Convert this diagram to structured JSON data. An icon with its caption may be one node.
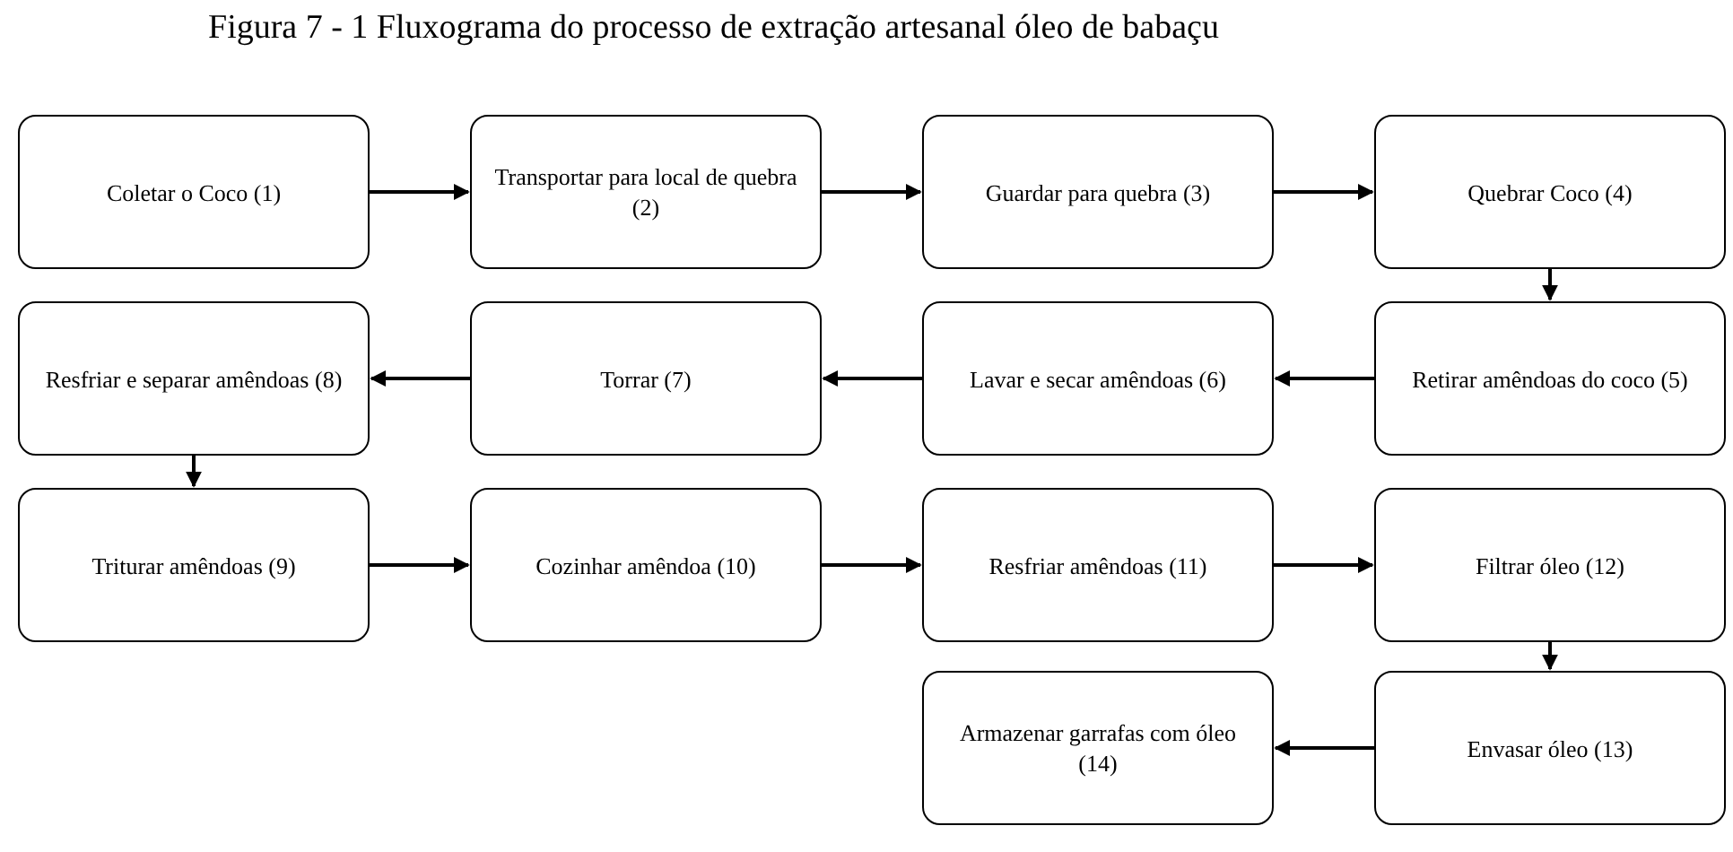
{
  "diagram": {
    "title": "Figura 7 - 1 Fluxograma do processo de extração artesanal óleo de babaçu",
    "nodes": [
      {
        "text": [
          "Coletar o Coco (1)"
        ]
      },
      {
        "text": [
          "Transportar para local de quebra (2)"
        ]
      },
      {
        "text": [
          "Guardar para quebra (3)"
        ]
      },
      {
        "text": [
          "Quebrar Coco (4)"
        ]
      },
      {
        "text": [
          "Retirar amêndoas do coco (5)"
        ]
      },
      {
        "text": [
          "Lavar e secar amêndoas (6)"
        ]
      },
      {
        "text": [
          "Torrar (7)"
        ]
      },
      {
        "text": [
          "Resfriar e separar amêndoas (8)"
        ]
      },
      {
        "text": [
          "Triturar amêndoas (9)"
        ]
      },
      {
        "text": [
          "Cozinhar amêndoa (10)"
        ]
      },
      {
        "text": [
          "Resfriar amêndoas (11)"
        ]
      },
      {
        "text": [
          "Filtrar óleo (12)"
        ]
      },
      {
        "text": [
          "Envasar óleo (13)"
        ]
      },
      {
        "text": [
          "Armazenar garrafas com óleo (14)"
        ]
      }
    ],
    "edges": [
      {
        "from": 0,
        "to": 1,
        "arrow": "to"
      },
      {
        "from": 1,
        "to": 2,
        "arrow": "to"
      },
      {
        "from": 2,
        "to": 3,
        "arrow": "to"
      },
      {
        "from": 3,
        "to": 4,
        "arrow": "to"
      },
      {
        "from": 4,
        "to": 5,
        "arrow": "to"
      },
      {
        "from": 5,
        "to": 6,
        "arrow": "to"
      },
      {
        "from": 6,
        "to": 7,
        "arrow": "to"
      },
      {
        "from": 7,
        "to": 8,
        "arrow": "to"
      },
      {
        "from": 8,
        "to": 9,
        "arrow": "to"
      },
      {
        "from": 9,
        "to": 10,
        "arrow": "to"
      },
      {
        "from": 10,
        "to": 11,
        "arrow": "to"
      },
      {
        "from": 11,
        "to": 12,
        "arrow": "to"
      },
      {
        "from": 12,
        "to": 13,
        "arrow": "to"
      }
    ]
  }
}
